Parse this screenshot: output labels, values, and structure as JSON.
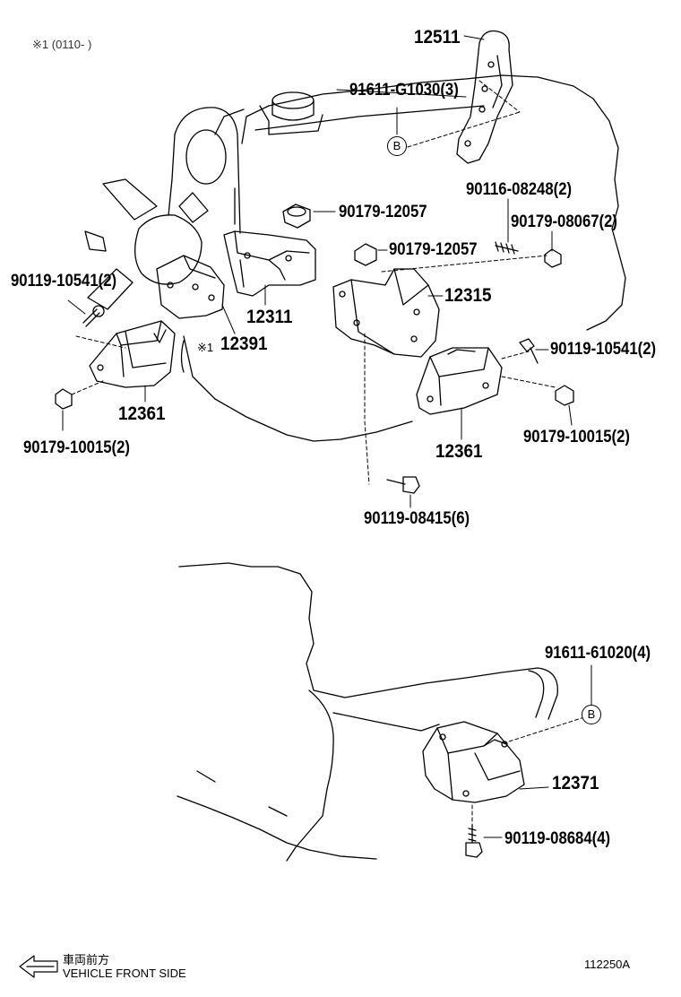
{
  "header_note": "※1 (0110-         )",
  "callouts": {
    "c12511": "12511",
    "c91611_g1030": "91611-G1030(3)",
    "c90179_12057_a": "90179-12057",
    "c90116_08248": "90116-08248(2)",
    "c90179_08067": "90179-08067(2)",
    "c90179_12057_b": "90179-12057",
    "c90119_10541_left": "90119-10541(2)",
    "c12315": "12315",
    "c12311": "12311",
    "c12391_mark": "※1",
    "c12391": "12391",
    "c90119_10541_right": "90119-10541(2)",
    "c12361_left": "12361",
    "c90179_10015_right": "90179-10015(2)",
    "c90179_10015_left": "90179-10015(2)",
    "c12361_right": "12361",
    "c90119_08415": "90119-08415(6)",
    "c91611_61020": "91611-61020(4)",
    "c12371": "12371",
    "c90119_08684": "90119-08684(4)"
  },
  "ref_markers": {
    "b_top": "B",
    "b_bottom": "B"
  },
  "footer": {
    "direction_jp": "車両前方",
    "direction_en": "VEHICLE FRONT SIDE",
    "figure_code": "112250A"
  }
}
